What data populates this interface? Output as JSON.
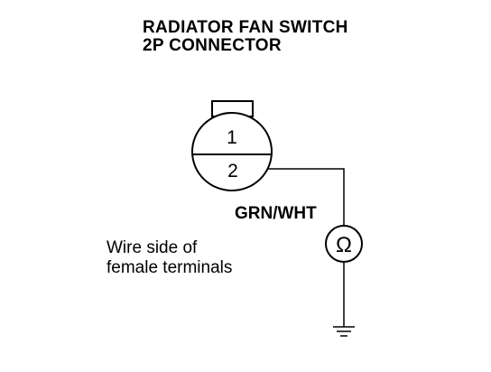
{
  "title": {
    "line1": "RADIATOR FAN SWITCH",
    "line2": "2P CONNECTOR"
  },
  "connector": {
    "terminal_1": "1",
    "terminal_2": "2"
  },
  "wire_color": "GRN/WHT",
  "meter_symbol": "Ω",
  "note": {
    "line1": "Wire side of",
    "line2": "female terminals"
  },
  "icons": [
    "ohmmeter-icon",
    "ground-icon"
  ],
  "colors": {
    "ink": "#000000",
    "background": "#ffffff"
  }
}
